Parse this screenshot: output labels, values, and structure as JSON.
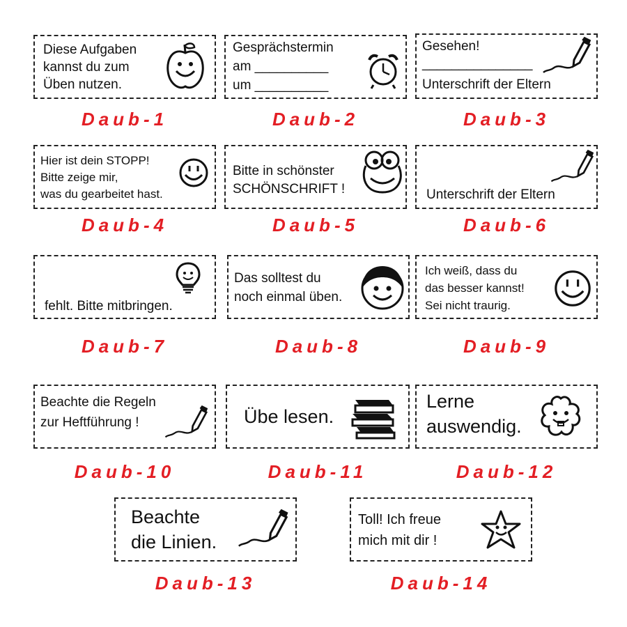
{
  "stamps": [
    {
      "label": "Daub-1",
      "lines": [
        "Diese Aufgaben",
        "kannst du zum",
        "Üben nutzen."
      ],
      "icon": "apple-smiley-icon"
    },
    {
      "label": "Daub-2",
      "lines": [
        "Gesprächstermin",
        "am __________",
        "um __________"
      ],
      "icon": "alarm-clock-icon"
    },
    {
      "label": "Daub-3",
      "lines": [
        "Gesehen!",
        "_______________",
        "Unterschrift  der  Eltern"
      ],
      "icon": "pencil-icon"
    },
    {
      "label": "Daub-4",
      "lines": [
        "Hier ist dein STOPP!",
        "Bitte zeige mir,",
        "was du gearbeitet hast."
      ],
      "icon": "smiley-icon"
    },
    {
      "label": "Daub-5",
      "lines": [
        "Bitte in schönster",
        "SCHÖNSCHRIFT !"
      ],
      "icon": "frog-icon"
    },
    {
      "label": "Daub-6",
      "lines": [
        "Unterschrift der Eltern"
      ],
      "icon": "pencil-icon"
    },
    {
      "label": "Daub-7",
      "lines": [
        "fehlt. Bitte mitbringen."
      ],
      "icon": "lightbulb-icon"
    },
    {
      "label": "Daub-8",
      "lines": [
        "Das solltest du",
        "noch einmal üben."
      ],
      "icon": "girl-face-icon"
    },
    {
      "label": "Daub-9",
      "lines": [
        "Ich weiß, dass du",
        "das besser kannst!",
        "Sei nicht traurig."
      ],
      "icon": "smiley-icon"
    },
    {
      "label": "Daub-10",
      "lines": [
        "Beachte die Regeln",
        "zur Heftführung !"
      ],
      "icon": "pencil-icon"
    },
    {
      "label": "Daub-11",
      "lines": [
        "Übe lesen."
      ],
      "icon": "books-icon"
    },
    {
      "label": "Daub-12",
      "lines": [
        "Lerne",
        "auswendig."
      ],
      "icon": "flower-face-icon"
    },
    {
      "label": "Daub-13",
      "lines": [
        "Beachte",
        "die Linien."
      ],
      "icon": "pencil-icon"
    },
    {
      "label": "Daub-14",
      "lines": [
        "Toll! Ich freue",
        "mich mit dir !"
      ],
      "icon": "star-icon"
    }
  ],
  "colors": {
    "label": "#e31e24",
    "border": "#222222",
    "text": "#111111"
  }
}
